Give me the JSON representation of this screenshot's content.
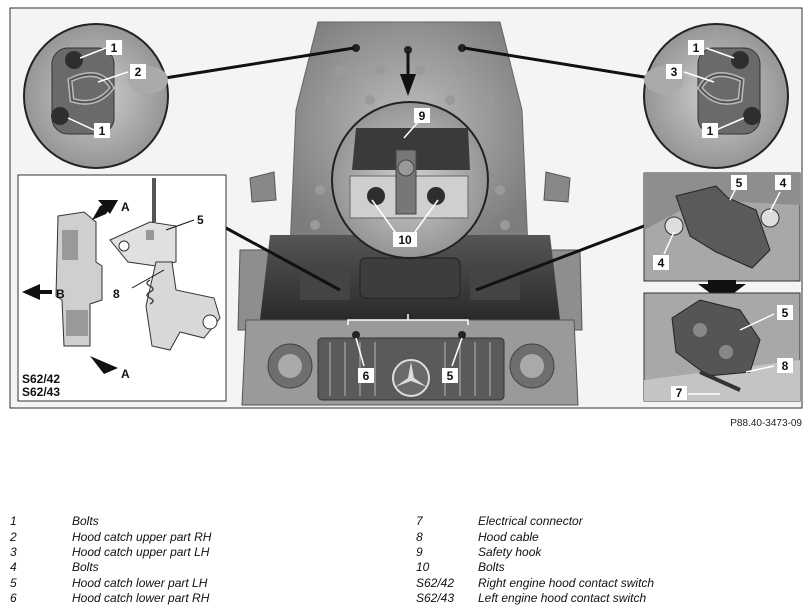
{
  "figure": {
    "figure_ref": "P88.40-3473-09",
    "callouts": {
      "c1_topleft_a": "1",
      "c2_topleft": "2",
      "c1_topleft_b": "1",
      "c1_topright_a": "1",
      "c3_topright": "3",
      "c1_topright_b": "1",
      "c9": "9",
      "c10": "10",
      "cA_top": "A",
      "cB": "B",
      "cA_bottom": "A",
      "c5_leftinset": "5",
      "c8_leftinset": "8",
      "s62_42": "S62/42",
      "s62_43": "S62/43",
      "c6_main": "6",
      "c5_main": "5",
      "c5_rt": "5",
      "c4_rt_a": "4",
      "c4_rt_b": "4",
      "c5_rb": "5",
      "c8_rb": "8",
      "c7_rb": "7"
    }
  },
  "legend": {
    "left": [
      {
        "key": "1",
        "label": "Bolts"
      },
      {
        "key": "2",
        "label": "Hood catch upper part RH"
      },
      {
        "key": "3",
        "label": "Hood catch upper part LH"
      },
      {
        "key": "4",
        "label": "Bolts"
      },
      {
        "key": "5",
        "label": "Hood catch lower part LH"
      },
      {
        "key": "6",
        "label": "Hood catch lower part RH"
      }
    ],
    "right": [
      {
        "key": "7",
        "label": "Electrical connector"
      },
      {
        "key": "8",
        "label": "Hood cable"
      },
      {
        "key": "9",
        "label": "Safety hook"
      },
      {
        "key": "10",
        "label": "Bolts"
      },
      {
        "key": "S62/42",
        "label": "Right engine hood contact switch"
      },
      {
        "key": "S62/43",
        "label": "Left engine hood contact switch"
      }
    ]
  }
}
